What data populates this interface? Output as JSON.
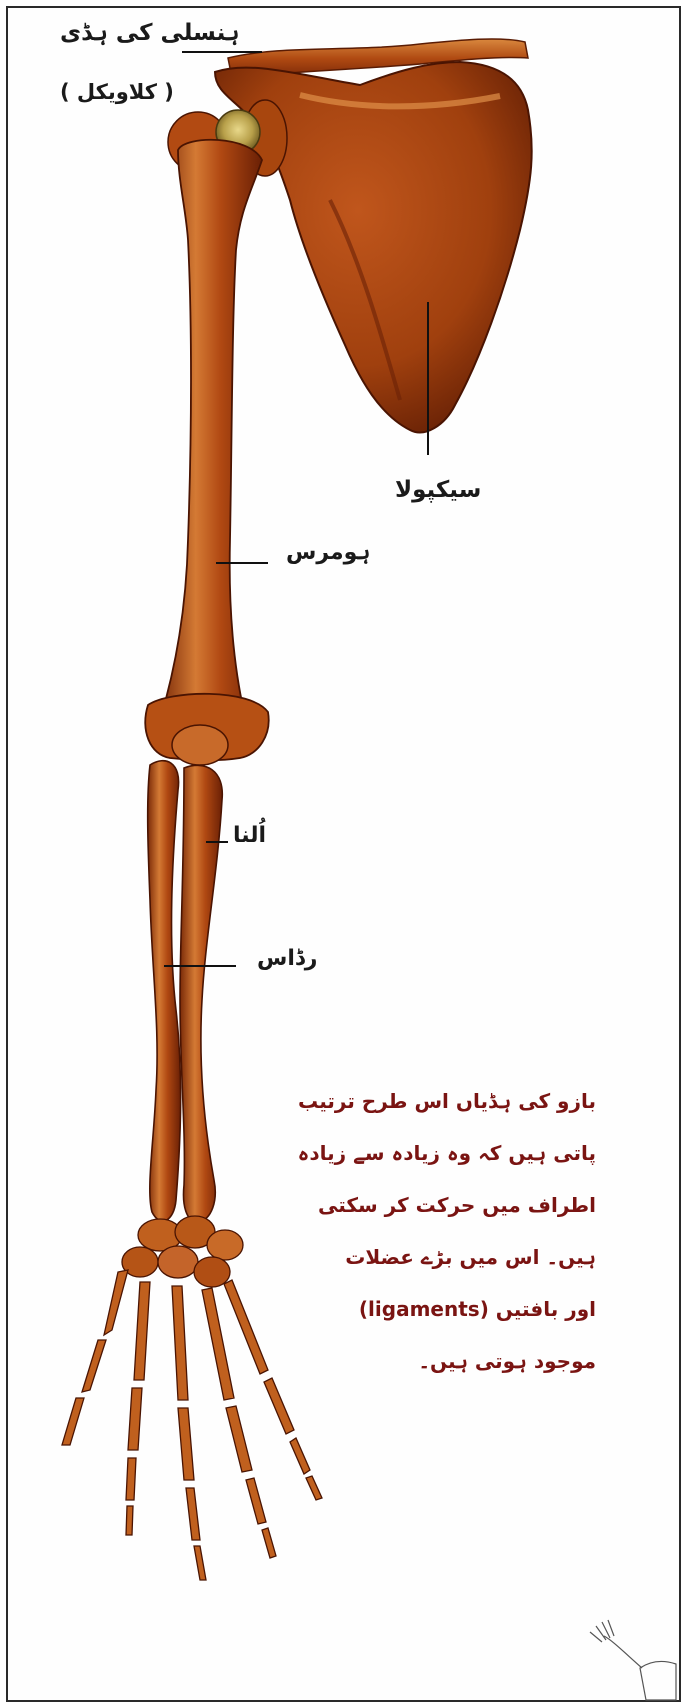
{
  "labels": {
    "clavicle": "ہنسلی کی ہڈی",
    "clavicle_sub": "( کلاویکل )",
    "scapula": "سیکپولا",
    "humerus": "ہومرس",
    "ulna": "اُلنا",
    "radius": "رڈاس"
  },
  "description": {
    "lines": [
      "بازو کی ہڈیاں اس طرح ترتیب",
      "پاتی ہیں کہ وہ زیادہ سے زیادہ",
      "اطراف میں حرکت کر سکتی",
      "ہیں۔ اس میں بڑے عضلات",
      "اور بافتیں (ligaments)",
      "موجود ہوتی ہیں۔"
    ]
  },
  "colors": {
    "bone_base": "#b24a12",
    "bone_light": "#d97a32",
    "bone_dark": "#6e2206",
    "text_main": "#1a1a1a",
    "text_desc": "#7a1412"
  }
}
